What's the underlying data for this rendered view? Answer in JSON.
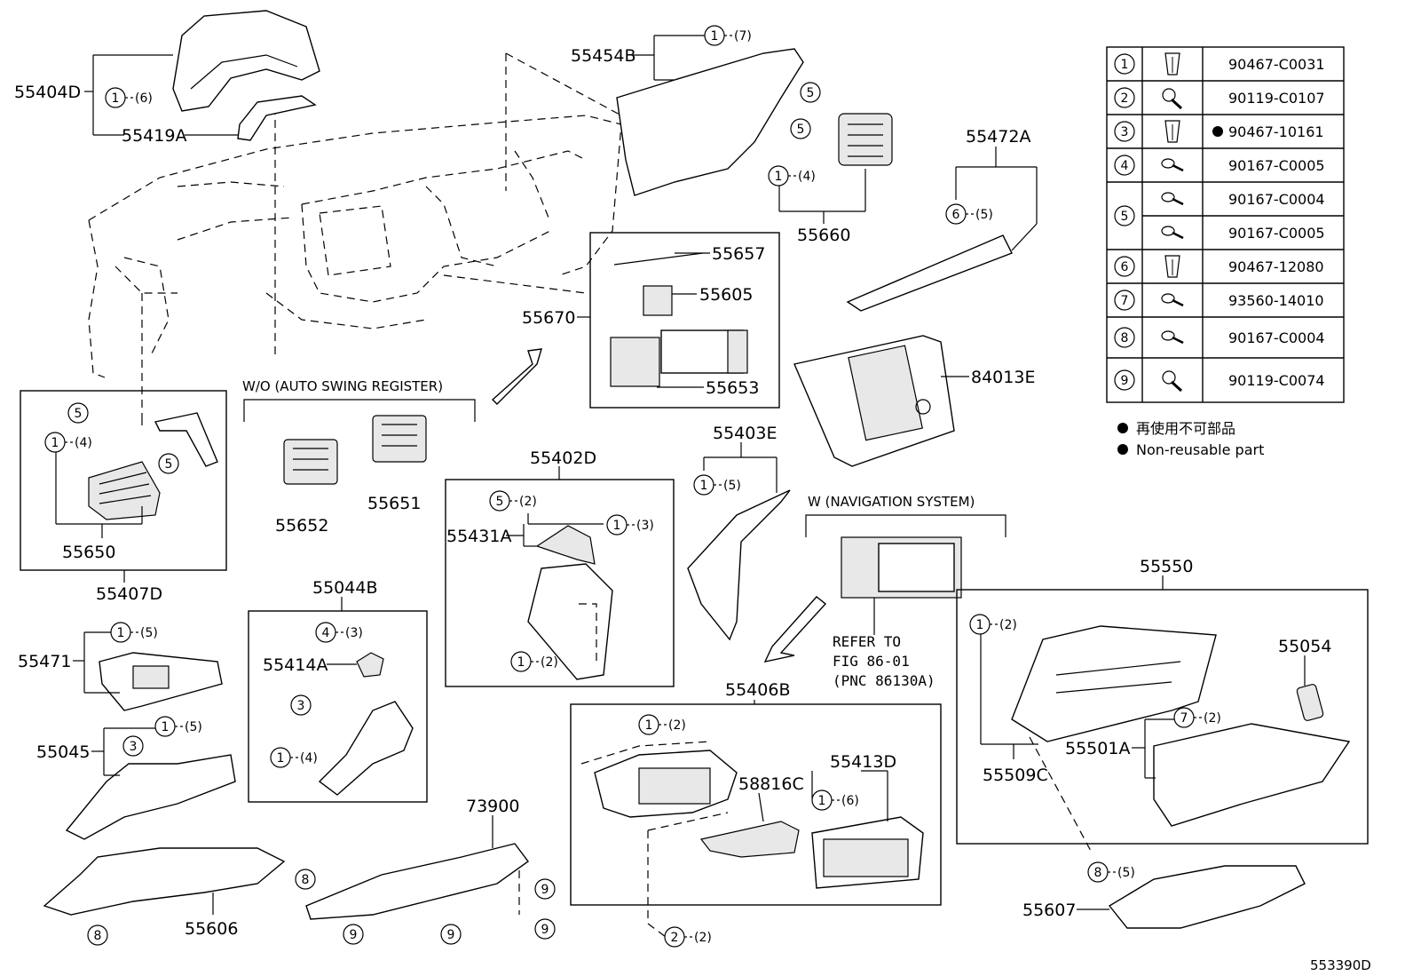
{
  "part_labels": {
    "p55404D": "55404D",
    "p55419A": "55419A",
    "p55454B": "55454B",
    "p55660": "55660",
    "p55472A": "55472A",
    "p55657": "55657",
    "p55605": "55605",
    "p55670": "55670",
    "p55653": "55653",
    "p84013E": "84013E",
    "p55652": "55652",
    "p55651": "55651",
    "p55650": "55650",
    "p55407D": "55407D",
    "p55402D": "55402D",
    "p55431A": "55431A",
    "p55403E": "55403E",
    "p55044B": "55044B",
    "p55414A": "55414A",
    "p55471": "55471",
    "p55045": "55045",
    "p55606": "55606",
    "p73900": "73900",
    "p55406B": "55406B",
    "p55413D": "55413D",
    "p58816C": "58816C",
    "p55550": "55550",
    "p55054": "55054",
    "p55501A": "55501A",
    "p55509C": "55509C",
    "p55607": "55607"
  },
  "notes": {
    "wo_auto_swing": "W/O (AUTO SWING REGISTER)",
    "w_navigation": "W (NAVIGATION SYSTEM)",
    "refer_line1": "REFER TO",
    "refer_line2": "FIG 86-01",
    "refer_line3": "(PNC 86130A)",
    "diagram_code": "553390D"
  },
  "callouts": [
    {
      "num": "1",
      "qty": "(7)"
    },
    {
      "num": "1",
      "qty": "(6)"
    },
    {
      "num": "5",
      "qty": ""
    },
    {
      "num": "5",
      "qty": ""
    },
    {
      "num": "1",
      "qty": "(4)"
    },
    {
      "num": "6",
      "qty": "(5)"
    },
    {
      "num": "5",
      "qty": ""
    },
    {
      "num": "1",
      "qty": "(4)"
    },
    {
      "num": "5",
      "qty": ""
    },
    {
      "num": "5",
      "qty": "(2)"
    },
    {
      "num": "1",
      "qty": "(3)"
    },
    {
      "num": "1",
      "qty": "(2)"
    },
    {
      "num": "1",
      "qty": "(5)"
    },
    {
      "num": "4",
      "qty": "(3)"
    },
    {
      "num": "3",
      "qty": ""
    },
    {
      "num": "1",
      "qty": "(4)"
    },
    {
      "num": "1",
      "qty": "(5)"
    },
    {
      "num": "1",
      "qty": "(5)"
    },
    {
      "num": "3",
      "qty": ""
    },
    {
      "num": "8",
      "qty": ""
    },
    {
      "num": "8",
      "qty": ""
    },
    {
      "num": "9",
      "qty": ""
    },
    {
      "num": "9",
      "qty": ""
    },
    {
      "num": "9",
      "qty": ""
    },
    {
      "num": "9",
      "qty": ""
    },
    {
      "num": "1",
      "qty": "(2)"
    },
    {
      "num": "1",
      "qty": "(6)"
    },
    {
      "num": "2",
      "qty": "(2)"
    },
    {
      "num": "1",
      "qty": "(2)"
    },
    {
      "num": "7",
      "qty": "(2)"
    },
    {
      "num": "8",
      "qty": "(5)"
    }
  ],
  "fastener_table": [
    {
      "key": "1",
      "parts": [
        "90467-C0031"
      ],
      "icon": "clip-icon"
    },
    {
      "key": "2",
      "parts": [
        "90119-C0107"
      ],
      "icon": "bolt-icon"
    },
    {
      "key": "3",
      "parts": [
        "90467-10161"
      ],
      "icon": "clip-icon",
      "non_reusable": true
    },
    {
      "key": "4",
      "parts": [
        "90167-C0005"
      ],
      "icon": "screw-icon"
    },
    {
      "key": "5",
      "parts": [
        "90167-C0004",
        "90167-C0005"
      ],
      "icon": "screw-icon"
    },
    {
      "key": "6",
      "parts": [
        "90467-12080"
      ],
      "icon": "clip-icon"
    },
    {
      "key": "7",
      "parts": [
        "93560-14010"
      ],
      "icon": "screw-icon"
    },
    {
      "key": "8",
      "parts": [
        "90167-C0004"
      ],
      "icon": "screw-icon"
    },
    {
      "key": "9",
      "parts": [
        "90119-C0074"
      ],
      "icon": "bolt-icon"
    }
  ],
  "legend": {
    "jp": "再使用不可部品",
    "en": "Non-reusable part",
    "bullet_color": "#000000"
  }
}
